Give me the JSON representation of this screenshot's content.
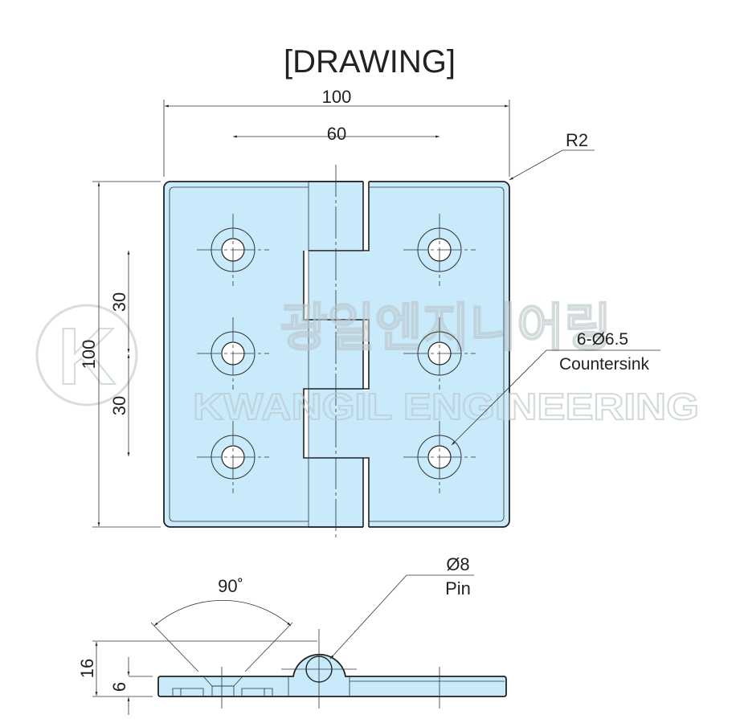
{
  "title": "[DRAWING]",
  "dimensions": {
    "overall_width": "100",
    "hole_spacing_h": "60",
    "corner_radius": "R2",
    "overall_height": "100",
    "hole_spacing_v1": "30",
    "hole_spacing_v2": "30",
    "holes_line1": "6-Ø6.5",
    "holes_line2": "Countersink",
    "angle": "90˚",
    "pin_line1": "Ø8",
    "pin_line2": "Pin",
    "height_total": "16",
    "thickness": "6"
  },
  "watermark": {
    "korean": "광일엔지니어링",
    "english": "KWANGIL ENGINEERING",
    "logo": "K"
  },
  "colors": {
    "part_fill": "#c8eafb",
    "line": "#222222"
  }
}
